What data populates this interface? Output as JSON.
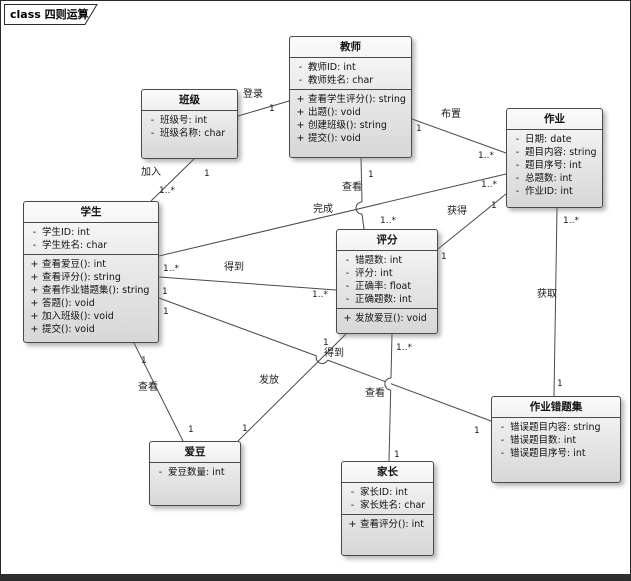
{
  "frame": {
    "tab_label": "class 四则运算"
  },
  "classes": [
    {
      "id": "banji",
      "name": "班级",
      "attributes": [
        {
          "vis": "-",
          "text": "班级号: int"
        },
        {
          "vis": "-",
          "text": "班级名称: char"
        }
      ],
      "methods": []
    },
    {
      "id": "jiaoshi",
      "name": "教师",
      "attributes": [
        {
          "vis": "-",
          "text": "教师ID: int"
        },
        {
          "vis": "-",
          "text": "教师姓名: char"
        }
      ],
      "methods": [
        {
          "vis": "+",
          "text": "查看学生评分(): string"
        },
        {
          "vis": "+",
          "text": "出题(): void"
        },
        {
          "vis": "+",
          "text": "创建班级(): string"
        },
        {
          "vis": "+",
          "text": "提交(): void"
        }
      ]
    },
    {
      "id": "zuoye",
      "name": "作业",
      "attributes": [
        {
          "vis": "-",
          "text": "日期: date"
        },
        {
          "vis": "-",
          "text": "题目内容: string"
        },
        {
          "vis": "-",
          "text": "题目序号: int"
        },
        {
          "vis": "-",
          "text": "总题数: int"
        },
        {
          "vis": "-",
          "text": "作业ID: int"
        }
      ],
      "methods": []
    },
    {
      "id": "xuesheng",
      "name": "学生",
      "attributes": [
        {
          "vis": "-",
          "text": "学生ID: int"
        },
        {
          "vis": "-",
          "text": "学生姓名: char"
        }
      ],
      "methods": [
        {
          "vis": "+",
          "text": "查看爱豆(): int"
        },
        {
          "vis": "+",
          "text": "查看评分(): string"
        },
        {
          "vis": "+",
          "text": "查看作业错题集(): string"
        },
        {
          "vis": "+",
          "text": "答题(): void"
        },
        {
          "vis": "+",
          "text": "加入班级(): void"
        },
        {
          "vis": "+",
          "text": "提交(): void"
        }
      ]
    },
    {
      "id": "pingfen",
      "name": "评分",
      "attributes": [
        {
          "vis": "-",
          "text": "错题数: int"
        },
        {
          "vis": "-",
          "text": "评分: int"
        },
        {
          "vis": "-",
          "text": "正确率: float"
        },
        {
          "vis": "-",
          "text": "正确题数: int"
        }
      ],
      "methods": [
        {
          "vis": "+",
          "text": "发放爱豆(): void"
        }
      ]
    },
    {
      "id": "cuotiji",
      "name": "作业错题集",
      "attributes": [
        {
          "vis": "-",
          "text": "错误题目内容: string"
        },
        {
          "vis": "-",
          "text": "错误题目数: int"
        },
        {
          "vis": "-",
          "text": "错误题目序号: int"
        }
      ],
      "methods": []
    },
    {
      "id": "aidou",
      "name": "爱豆",
      "attributes": [
        {
          "vis": "-",
          "text": "爱豆数量: int"
        }
      ],
      "methods": []
    },
    {
      "id": "jiazhang",
      "name": "家长",
      "attributes": [
        {
          "vis": "-",
          "text": "家长ID: int"
        },
        {
          "vis": "-",
          "text": "家长姓名: char"
        }
      ],
      "methods": [
        {
          "vis": "+",
          "text": "查看评分(): int"
        }
      ]
    }
  ],
  "associations": [
    {
      "from": "班级",
      "to": "教师",
      "label": "登录",
      "from_multiplicity": "1..*",
      "to_multiplicity": "1"
    },
    {
      "from": "教师",
      "to": "作业",
      "label": "布置",
      "from_multiplicity": "1",
      "to_multiplicity": "1..*"
    },
    {
      "from": "班级",
      "to": "学生",
      "label": "加入",
      "from_multiplicity": "1",
      "to_multiplicity": "1..*"
    },
    {
      "from": "教师",
      "to": "评分",
      "label": "查看",
      "from_multiplicity": "1",
      "to_multiplicity": "1..*"
    },
    {
      "from": "学生",
      "to": "作业",
      "label": "完成",
      "from_multiplicity": "1..*",
      "to_multiplicity": "1..*"
    },
    {
      "from": "学生",
      "to": "评分",
      "label": "得到",
      "from_multiplicity": "1",
      "to_multiplicity": "1..*"
    },
    {
      "from": "学生",
      "to": "作业错题集",
      "label": "得到",
      "from_multiplicity": "1",
      "to_multiplicity": "1"
    },
    {
      "from": "评分",
      "to": "作业",
      "label": "获得",
      "from_multiplicity": "1",
      "to_multiplicity": "1"
    },
    {
      "from": "作业",
      "to": "作业错题集",
      "label": "获取",
      "from_multiplicity": "1..*",
      "to_multiplicity": "1"
    },
    {
      "from": "评分",
      "to": "家长",
      "label": "查看",
      "from_multiplicity": "1..*",
      "to_multiplicity": "1"
    },
    {
      "from": "评分",
      "to": "爱豆",
      "label": "发放",
      "from_multiplicity": "1",
      "to_multiplicity": "1"
    },
    {
      "from": "学生",
      "to": "爱豆",
      "label": "查看",
      "from_multiplicity": "1",
      "to_multiplicity": "1"
    }
  ]
}
